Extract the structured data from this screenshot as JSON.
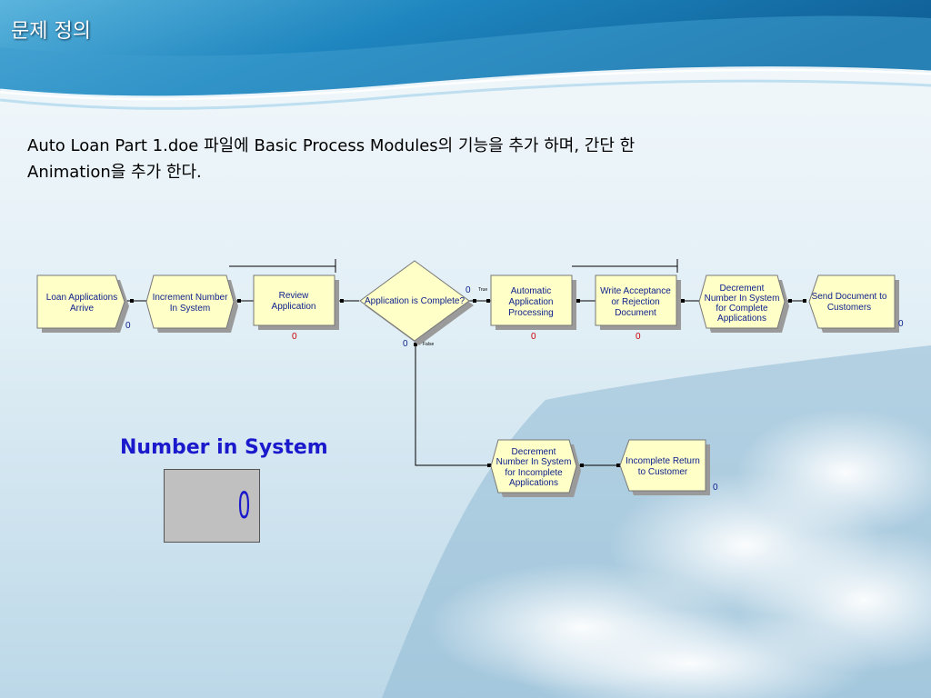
{
  "slide": {
    "title": "문제 정의",
    "description_lines": [
      "Auto Loan Part 1.doe 파일에 Basic Process Modules의 기능을 추가 하며, 간단 한",
      "Animation을 추가 한다."
    ]
  },
  "flowchart": {
    "modules": {
      "loan_applications_arrive": {
        "lines": [
          "Loan Applications",
          "Arrive"
        ],
        "count": "0",
        "count_color": "#0b1f8c"
      },
      "increment_number_in_system": {
        "lines": [
          "Increment Number",
          "In System"
        ]
      },
      "review_application": {
        "lines": [
          "Review",
          "Application"
        ],
        "count": "0",
        "count_color": "#cc0000"
      },
      "application_is_complete": {
        "lines": [
          "Application is Complete?"
        ],
        "count_true": "0",
        "count_false": "0",
        "true_label": "True",
        "false_label": "False"
      },
      "automatic_application_processing": {
        "lines": [
          "Automatic",
          "Application",
          "Processing"
        ],
        "count": "0",
        "count_color": "#cc0000"
      },
      "write_acceptance_or_rejection": {
        "lines": [
          "Write Acceptance",
          "or Rejection",
          "Document"
        ],
        "count": "0",
        "count_color": "#cc0000"
      },
      "decrement_complete": {
        "lines": [
          "Decrement",
          "Number In System",
          "for Complete",
          "Applications"
        ]
      },
      "send_document_to_customers": {
        "lines": [
          "Send Document to",
          "Customers"
        ],
        "count": "0",
        "count_color": "#0b1f8c"
      },
      "decrement_incomplete": {
        "lines": [
          "Decrement",
          "Number In System",
          "for Incomplete",
          "Applications"
        ]
      },
      "incomplete_return_to_customer": {
        "lines": [
          "Incomplete Return",
          "to Customer"
        ],
        "count": "0",
        "count_color": "#0b1f8c"
      }
    }
  },
  "animation": {
    "title": "Number in System",
    "value": "0"
  },
  "colors": {
    "module_fill": "#ffffc8",
    "module_label": "#0b1f8c",
    "module_shadow": "#9a9a9a",
    "title_band": "#1f7fb6",
    "variable_box": "#c0c0c0",
    "variable_text": "#1a1acc"
  }
}
